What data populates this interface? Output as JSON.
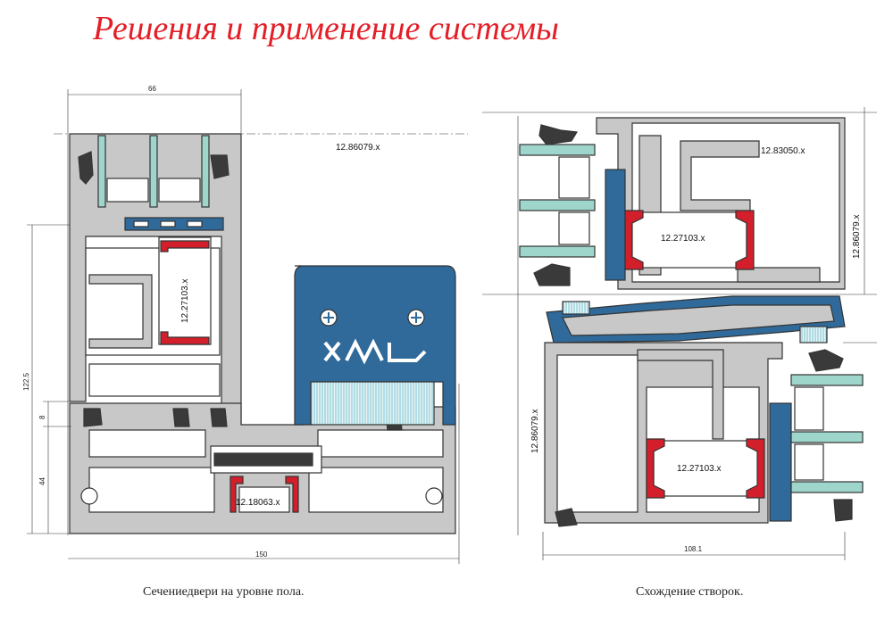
{
  "title": "Решения и применение системы",
  "captions": {
    "left": "Сечениедвери на уровне пола.",
    "right": "Схождение створок."
  },
  "left_drawing": {
    "part_top": "12.86079.x",
    "part_mullion": "12.27103.x",
    "part_bottom": "12.18063.x",
    "dim_top": "66",
    "dim_bottom": "150",
    "dim_height": "122.5",
    "dim_small": "8",
    "dim_mid": "44"
  },
  "right_drawing": {
    "part_upper": "12.83050.x",
    "part_right_vertical": "12.86079.x",
    "part_upper_mullion": "12.27103.x",
    "part_left_vertical": "12.86079.x",
    "part_lower_mullion": "12.27103.x",
    "dim_bottom": "108.1"
  },
  "colors": {
    "title": "#e41e26",
    "aluminium": "#c8c8c8",
    "outline": "#333333",
    "glass": "#9fd6cc",
    "thermal_break": "#d31f2b",
    "seal": "#2f6a9a",
    "gasket": "#3a3a3a"
  },
  "icons": [
    "screw-head-icon",
    "xal-logo"
  ]
}
